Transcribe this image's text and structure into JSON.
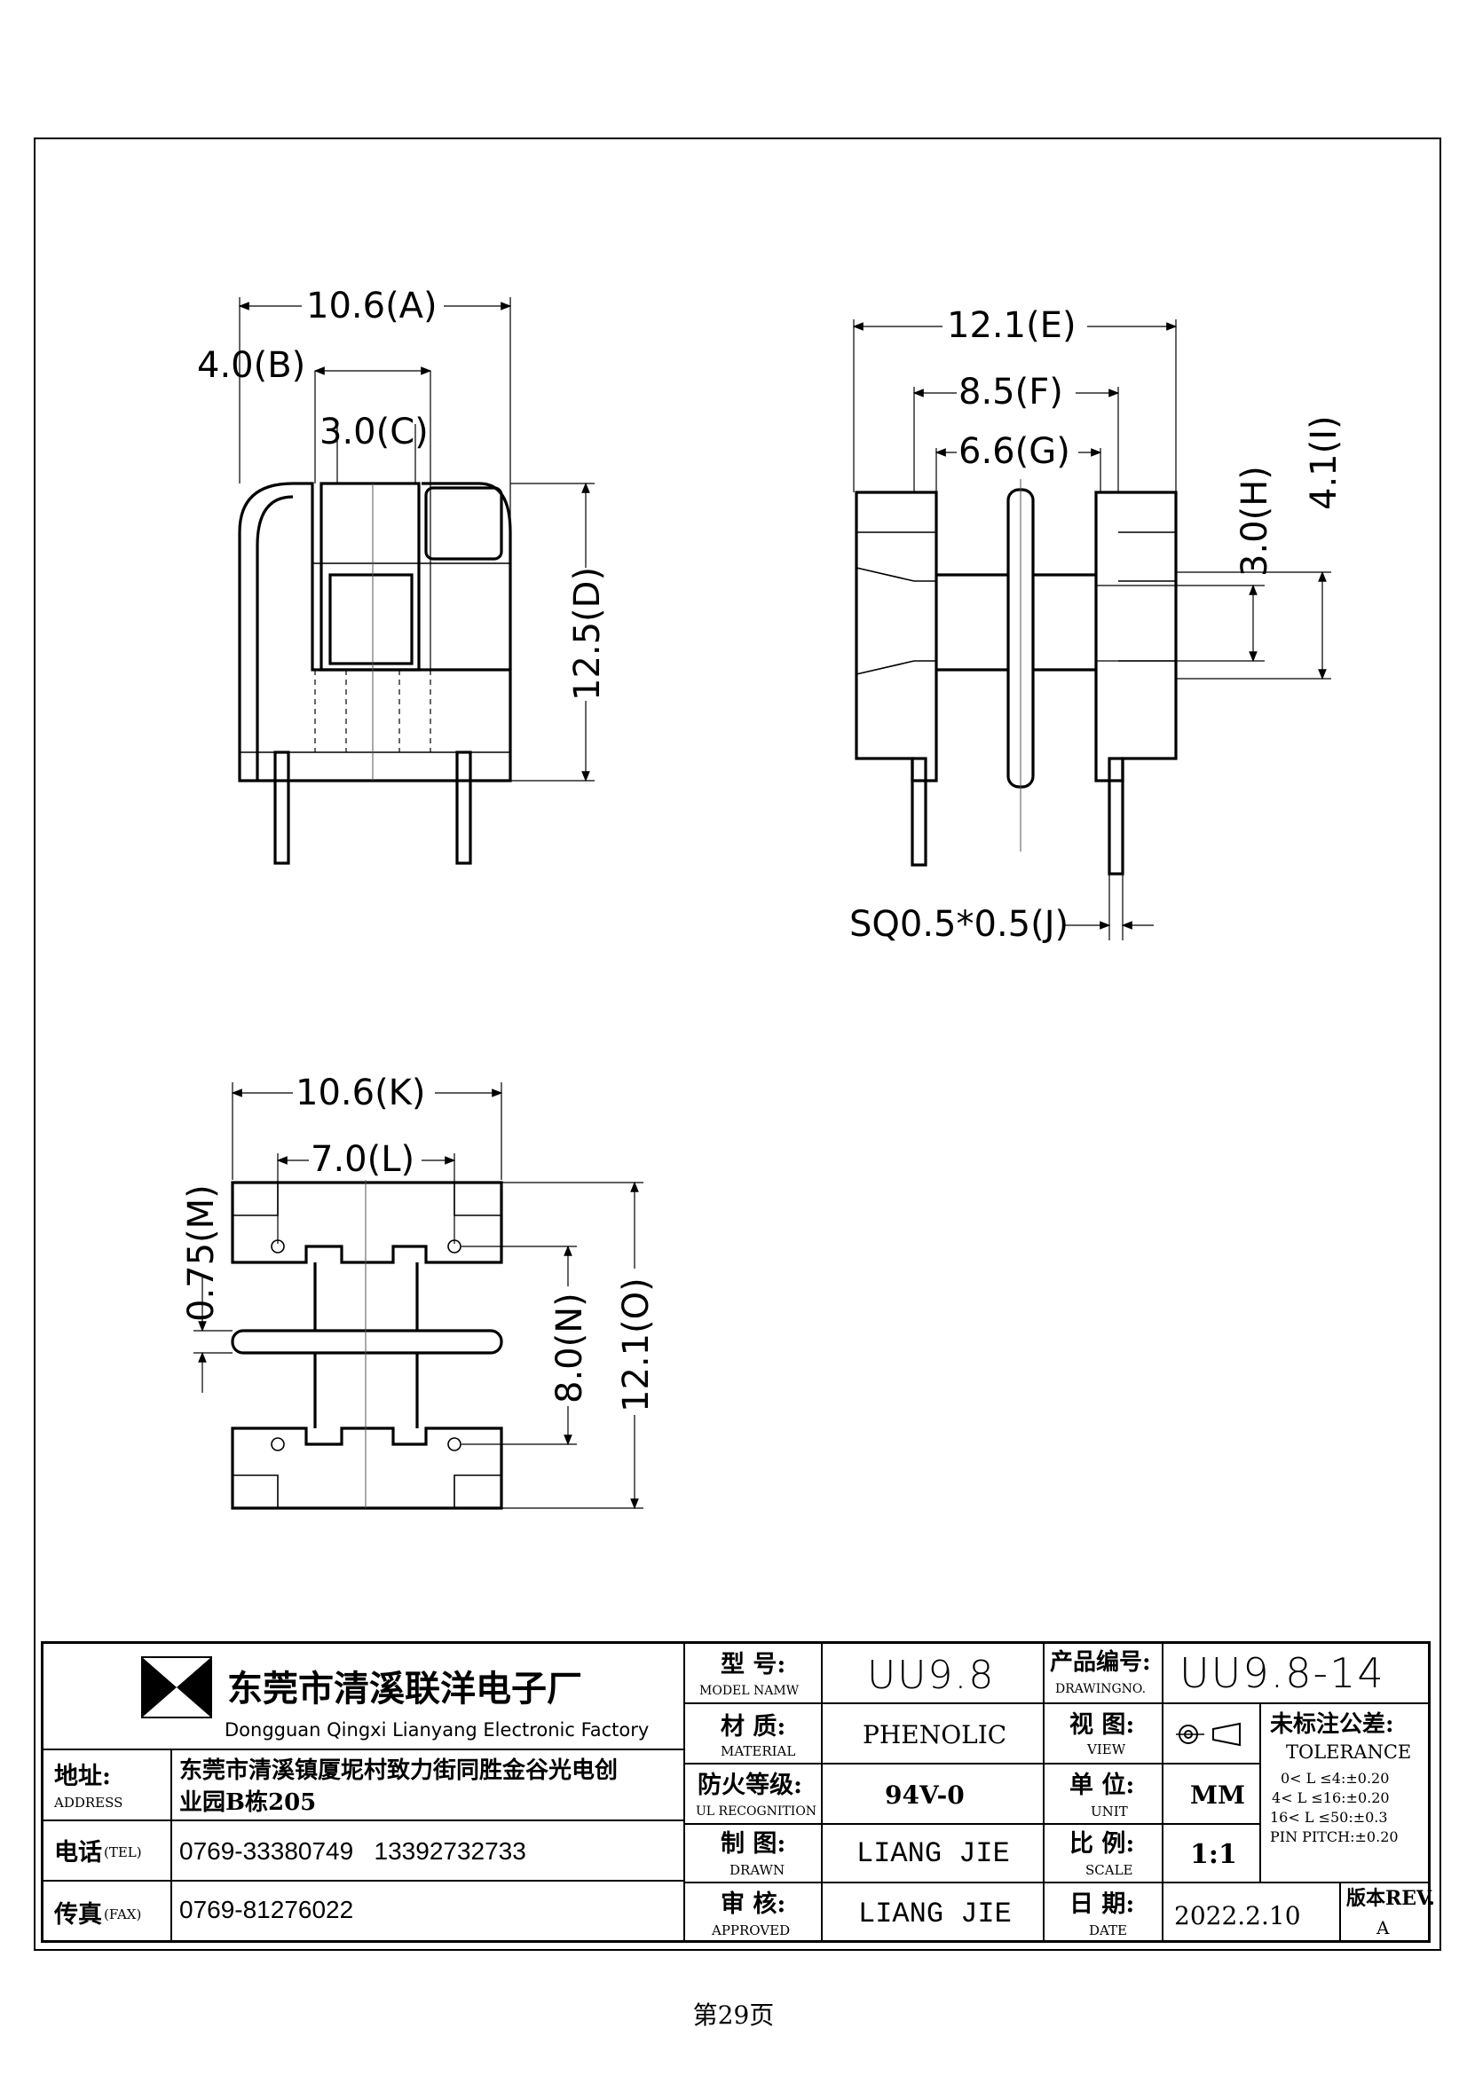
{
  "views": {
    "front": {
      "dims": {
        "A": "10.6(A)",
        "B": "4.0(B)",
        "C": "3.0(C)",
        "D": "12.5(D)"
      }
    },
    "side": {
      "dims": {
        "E": "12.1(E)",
        "F": "8.5(F)",
        "G": "6.6(G)",
        "H": "3.0(H)",
        "I": "4.1(I)",
        "J": "SQ0.5*0.5(J)"
      }
    },
    "bottom": {
      "dims": {
        "K": "10.6(K)",
        "L": "7.0(L)",
        "M": "0.75(M)",
        "N": "8.0(N)",
        "O": "12.1(O)"
      }
    }
  },
  "title_block": {
    "company_cn": "东莞市清溪联洋电子厂",
    "company_en": "Dongguan Qingxi Lianyang Electronic Factory",
    "address_label_cn": "地址:",
    "address_label_en": "ADDRESS",
    "address_line1": "东莞市清溪镇厦坭村致力街同胜金谷光电创",
    "address_line2": "业园B栋205",
    "tel_label_cn": "电话",
    "tel_label_en": "(TEL)",
    "tel_value": "0769-33380749   13392732733",
    "fax_label_cn": "传真",
    "fax_label_en": "(FAX)",
    "fax_value": "0769-81276022",
    "model_label_cn": "型 号:",
    "model_label_en": "MODEL NAMW",
    "model_value": "UU9.8",
    "material_label_cn": "材 质:",
    "material_label_en": "MATERIAL",
    "material_value": "PHENOLIC",
    "ul_label_cn": "防火等级:",
    "ul_label_en": "UL RECOGNITION",
    "ul_value": "94V-0",
    "drawn_label_cn": "制 图:",
    "drawn_label_en": "DRAWN",
    "drawn_value": "LIANG JIE",
    "approved_label_cn": "审 核:",
    "approved_label_en": "APPROVED",
    "approved_value": "LIANG JIE",
    "drawingno_label_cn": "产品编号:",
    "drawingno_label_en": "DRAWINGNO.",
    "drawingno_value": "UU9.8-14",
    "view_label_cn": "视 图:",
    "view_label_en": "VIEW",
    "unit_label_cn": "单 位:",
    "unit_label_en": "UNIT",
    "unit_value": "MM",
    "scale_label_cn": "比 例:",
    "scale_label_en": "SCALE",
    "scale_value": "1:1",
    "date_label_cn": "日 期:",
    "date_label_en": "DATE",
    "date_value": "2022.2.10",
    "tolerance_label_cn": "未标注公差:",
    "tolerance_label_en": "TOLERANCE",
    "tolerance_lines": [
      "0< L ≤4:±0.20",
      "4< L ≤16:±0.20",
      "16< L ≤50:±0.3",
      "PIN PITCH:±0.20"
    ],
    "rev_label": "版本REV.",
    "rev_value": "A"
  },
  "footer": "第29页"
}
